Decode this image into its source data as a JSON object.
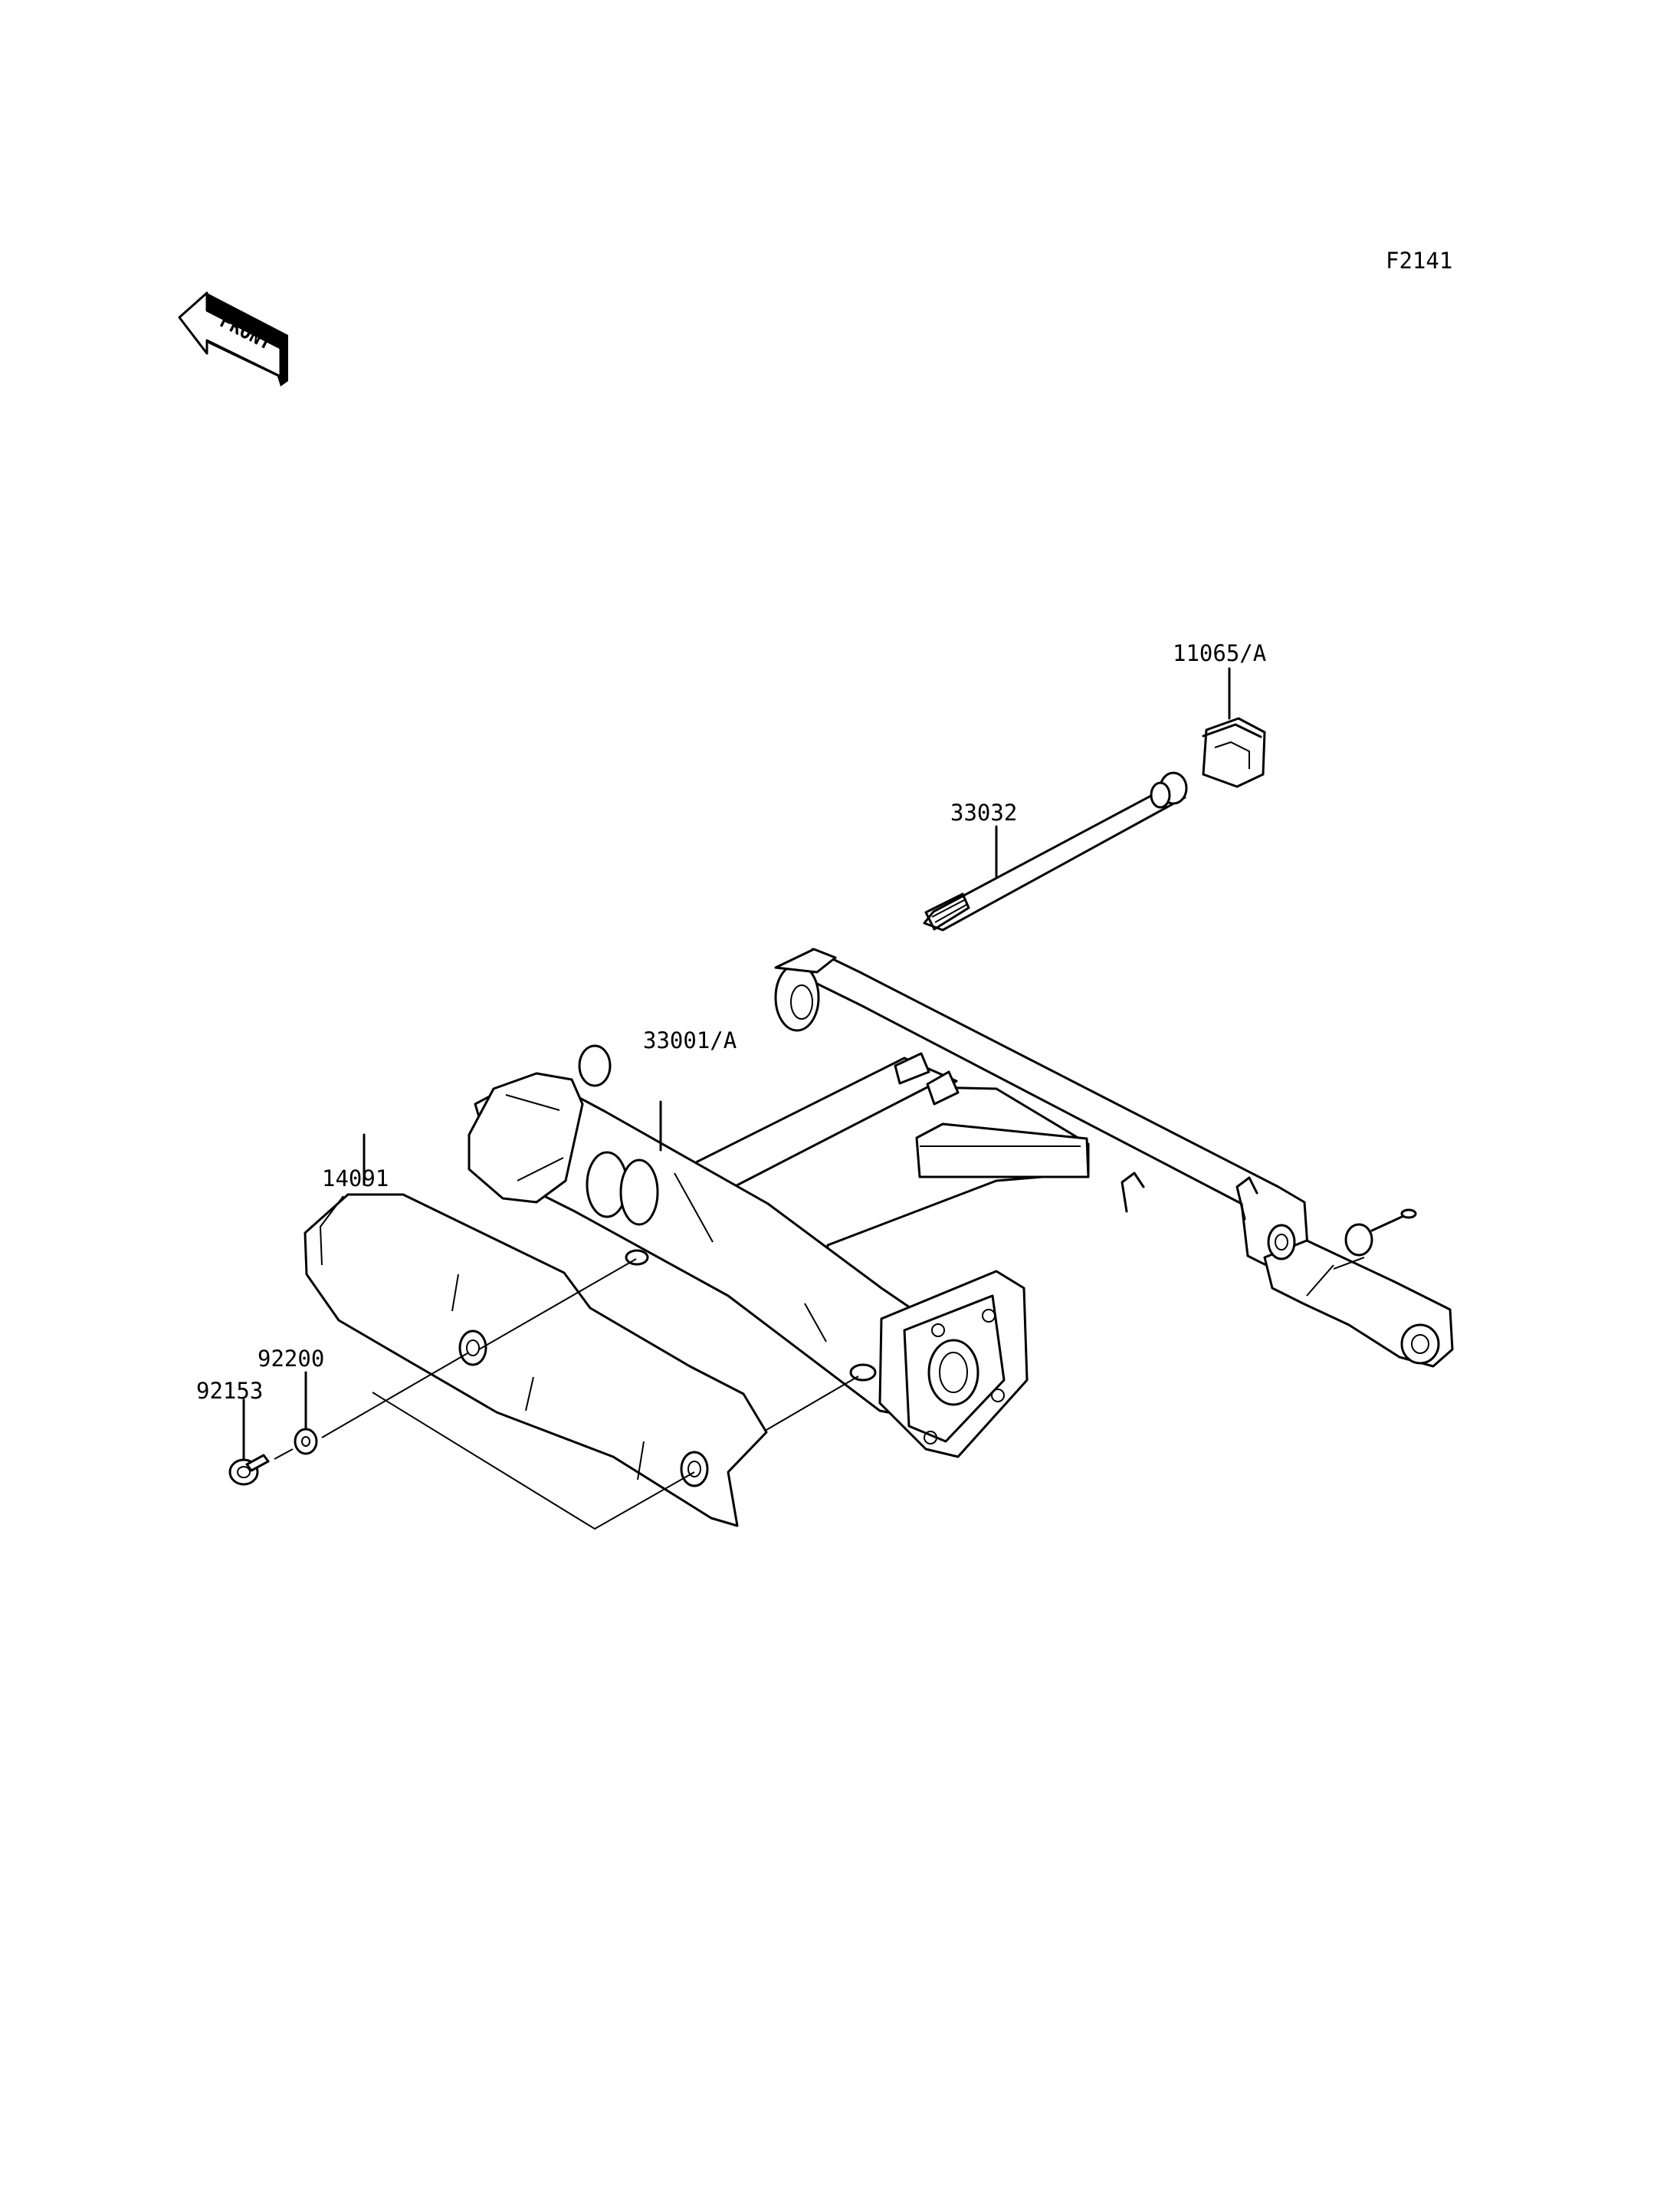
{
  "diagram": {
    "figure_code": "F2141",
    "front_badge": "FRONT",
    "callouts": [
      {
        "id": "11065-A",
        "text": "11065/A"
      },
      {
        "id": "33032",
        "text": "33032"
      },
      {
        "id": "33001-A",
        "text": "33001/A"
      },
      {
        "id": "14091",
        "text": "14091"
      },
      {
        "id": "92200",
        "text": "92200"
      },
      {
        "id": "92153",
        "text": "92153"
      }
    ]
  }
}
